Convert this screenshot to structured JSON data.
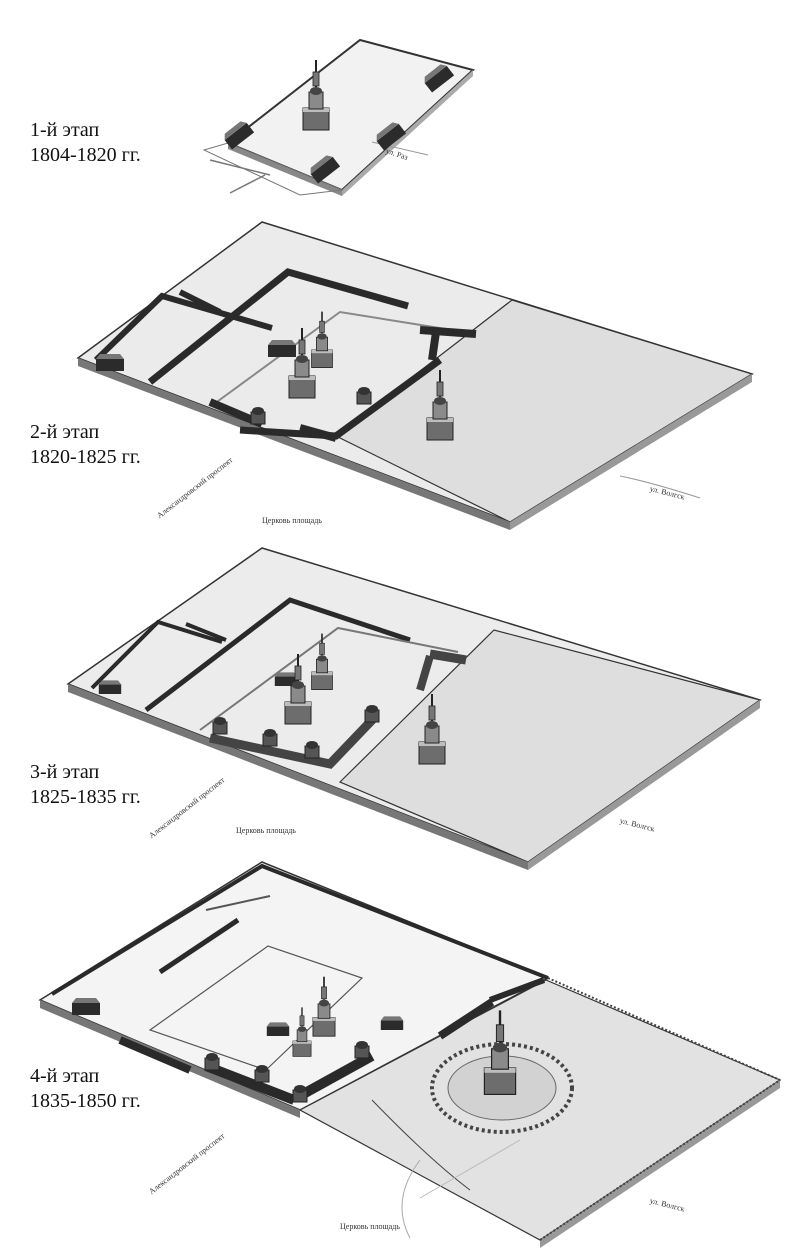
{
  "stages": [
    {
      "title": "1-й этап",
      "years": "1804-1820 гг."
    },
    {
      "title": "2-й этап",
      "years": "1820-1825 гг."
    },
    {
      "title": "3-й этап",
      "years": "1825-1835 гг."
    },
    {
      "title": "4-й этап",
      "years": "1835-1850 гг."
    }
  ],
  "streets": {
    "s1_road": "ул. Раз",
    "s2_prospect": "Александровский проспект",
    "s2_square": "Церковь площадь",
    "s2_river": "ул. Волгск",
    "s3_prospect": "Александровский проспект",
    "s3_square": "Церковь площадь",
    "s3_river": "ул. Волгск",
    "s4_prospect": "Александровский проспект",
    "s4_square": "Церковь площадь",
    "s4_river": "ул. Волгск"
  }
}
